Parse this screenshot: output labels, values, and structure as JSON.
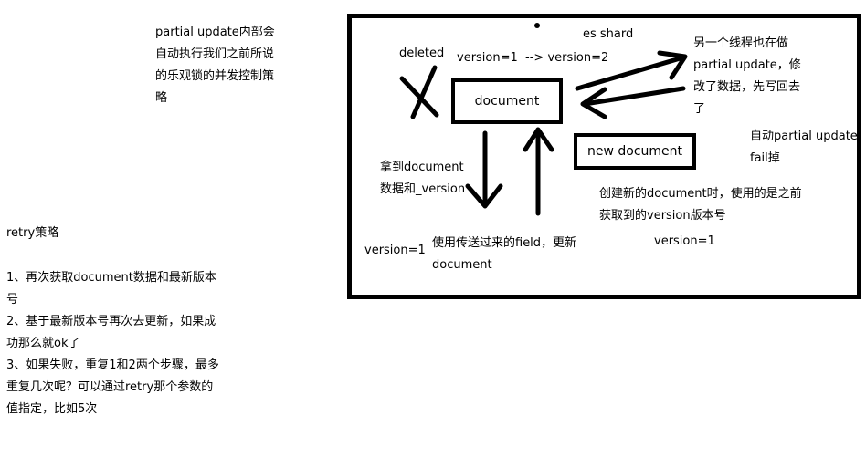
{
  "left_note": {
    "lines": [
      "partial update内部会",
      "自动执行我们之前所说",
      "的乐观锁的并发控制策",
      "略"
    ]
  },
  "retry": {
    "title": "retry策略",
    "lines": [
      "1、再次获取document数据和最新版本",
      "号",
      "2、基于最新版本号再次去更新，如果成",
      "功那么就ok了",
      "3、如果失败，重复1和2两个步骤，最多",
      "重复几次呢？可以通过retry那个参数的",
      "值指定，比如5次"
    ]
  },
  "diagram": {
    "es_shard": "es shard",
    "deleted": "deleted",
    "version_change": "version=1  --> version=2",
    "document_box": "document",
    "new_document_box": "new document",
    "other_thread": [
      "另一个线程也在做",
      "partial update，修",
      "改了数据，先写回去",
      "了"
    ],
    "auto_fail": [
      "自动partial update",
      "fail掉"
    ],
    "fetch_doc": [
      "拿到document",
      "数据和_version"
    ],
    "version_left": "version=1",
    "use_field": [
      "使用传送过来的field，更新",
      "document"
    ],
    "create_new": [
      "创建新的document时，使用的是之前",
      "获取到的version版本号"
    ],
    "version_right": "version=1"
  }
}
